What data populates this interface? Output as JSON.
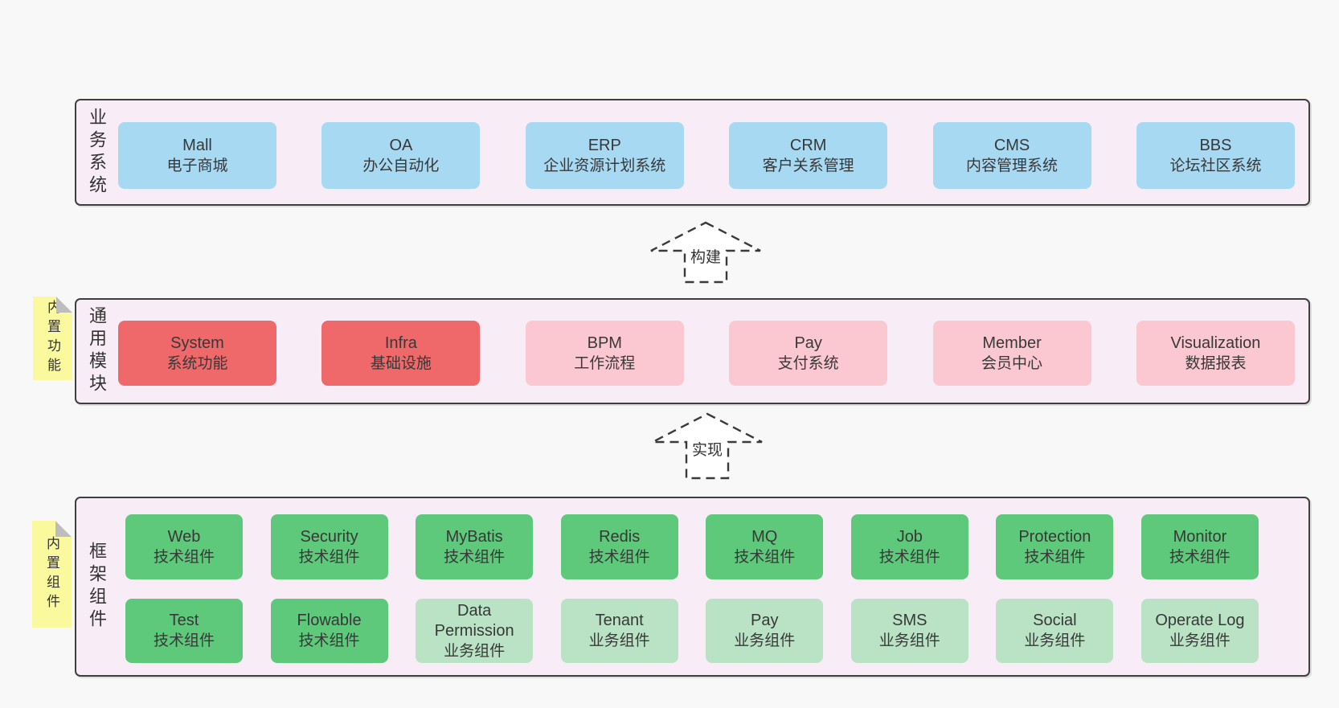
{
  "diagram": {
    "bands": [
      {
        "id": "business-systems",
        "label": "业务系统",
        "boxes": [
          {
            "title": "Mall",
            "subtitle": "电子商城",
            "variant": "blue"
          },
          {
            "title": "OA",
            "subtitle": "办公自动化",
            "variant": "blue"
          },
          {
            "title": "ERP",
            "subtitle": "企业资源计划系统",
            "variant": "blue"
          },
          {
            "title": "CRM",
            "subtitle": "客户关系管理",
            "variant": "blue"
          },
          {
            "title": "CMS",
            "subtitle": "内容管理系统",
            "variant": "blue"
          },
          {
            "title": "BBS",
            "subtitle": "论坛社区系统",
            "variant": "blue"
          }
        ]
      },
      {
        "id": "common-modules",
        "label": "通用模块",
        "note": "内置功能",
        "boxes": [
          {
            "title": "System",
            "subtitle": "系统功能",
            "variant": "red"
          },
          {
            "title": "Infra",
            "subtitle": "基础设施",
            "variant": "red"
          },
          {
            "title": "BPM",
            "subtitle": "工作流程",
            "variant": "pink"
          },
          {
            "title": "Pay",
            "subtitle": "支付系统",
            "variant": "pink"
          },
          {
            "title": "Member",
            "subtitle": "会员中心",
            "variant": "pink"
          },
          {
            "title": "Visualization",
            "subtitle": "数据报表",
            "variant": "pink"
          }
        ]
      },
      {
        "id": "framework-components",
        "label": "框架组件",
        "note": "内置组件",
        "rows": {
          "top": [
            {
              "title": "Web",
              "subtitle": "技术组件",
              "variant": "green"
            },
            {
              "title": "Security",
              "subtitle": "技术组件",
              "variant": "green"
            },
            {
              "title": "MyBatis",
              "subtitle": "技术组件",
              "variant": "green"
            },
            {
              "title": "Redis",
              "subtitle": "技术组件",
              "variant": "green"
            },
            {
              "title": "MQ",
              "subtitle": "技术组件",
              "variant": "green"
            },
            {
              "title": "Job",
              "subtitle": "技术组件",
              "variant": "green"
            },
            {
              "title": "Protection",
              "subtitle": "技术组件",
              "variant": "green"
            },
            {
              "title": "Monitor",
              "subtitle": "技术组件",
              "variant": "green"
            }
          ],
          "bottom": [
            {
              "title": "Test",
              "subtitle": "技术组件",
              "variant": "green"
            },
            {
              "title": "Flowable",
              "subtitle": "技术组件",
              "variant": "green"
            },
            {
              "title": "Data Permission",
              "subtitle": "业务组件",
              "variant": "lightgreen"
            },
            {
              "title": "Tenant",
              "subtitle": "业务组件",
              "variant": "lightgreen"
            },
            {
              "title": "Pay",
              "subtitle": "业务组件",
              "variant": "lightgreen"
            },
            {
              "title": "SMS",
              "subtitle": "业务组件",
              "variant": "lightgreen"
            },
            {
              "title": "Social",
              "subtitle": "业务组件",
              "variant": "lightgreen"
            },
            {
              "title": "Operate Log",
              "subtitle": "业务组件",
              "variant": "lightgreen"
            }
          ]
        }
      }
    ],
    "arrows": [
      {
        "label": "构建"
      },
      {
        "label": "实现"
      }
    ],
    "colors": {
      "page_bg": "#f8f8f8",
      "band_bg": "#f8ecf6",
      "band_border": "#3f3f3f",
      "blue_box": "#a7d9f3",
      "red_box": "#f0696a",
      "pink_box": "#fbc7d0",
      "green_box": "#5ec87b",
      "light_green_box": "#b9e3c4",
      "note_bg": "#fbf99e",
      "note_fold": "#bdbdbd",
      "text": "#383838"
    }
  }
}
